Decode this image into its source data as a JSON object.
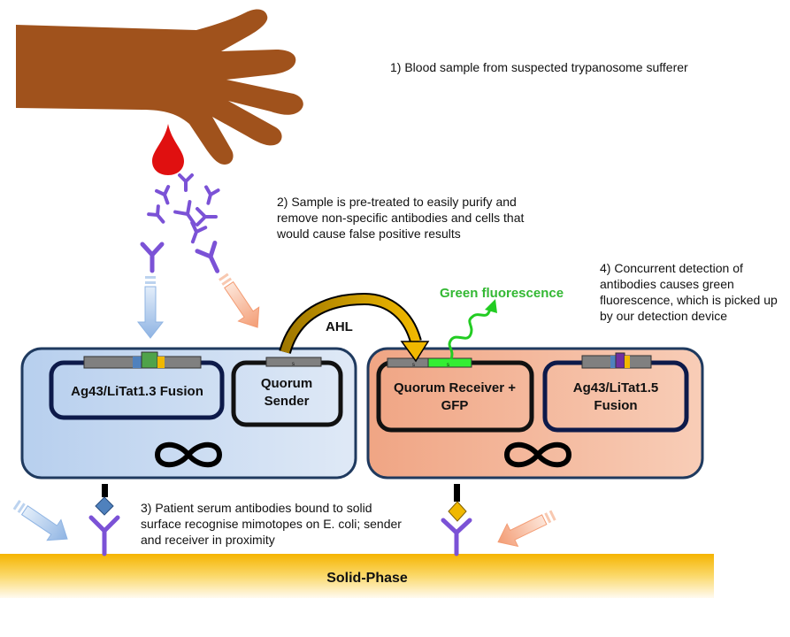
{
  "steps": {
    "step1": "1) Blood sample from suspected trypanosome sufferer",
    "step2": "2) Sample is pre-treated to easily purify and remove non-specific antibodies and cells that would cause false positive results",
    "step3": "3) Patient serum antibodies bound to solid surface recognise mimotopes on E. coli; sender and receiver in proximity",
    "step4": "4) Concurrent detection of antibodies causes green fluorescence, which is picked up by our detection device"
  },
  "cells": {
    "left": {
      "fusion_label": "Ag43/LiTat1.3 Fusion",
      "plasmid_label": "Quorum Sender"
    },
    "right": {
      "receiver_label": "Quorum Receiver + GFP",
      "fusion_label": "Ag43/LiTat1.5 Fusion"
    }
  },
  "signal_label": "AHL",
  "fluorescence_label": "Green fluorescence",
  "solid_phase_label": "Solid-Phase",
  "colors": {
    "hand": "#a0521c",
    "blood": "#e01010",
    "antibody": "#7b52d6",
    "left_cell": "#c6d9ef",
    "right_cell": "#f4b89c",
    "green": "#22cc22",
    "solid_phase": "#f5b400",
    "cell_border": "#1f3a5f",
    "plasmid_border": "#0d1a4a"
  }
}
